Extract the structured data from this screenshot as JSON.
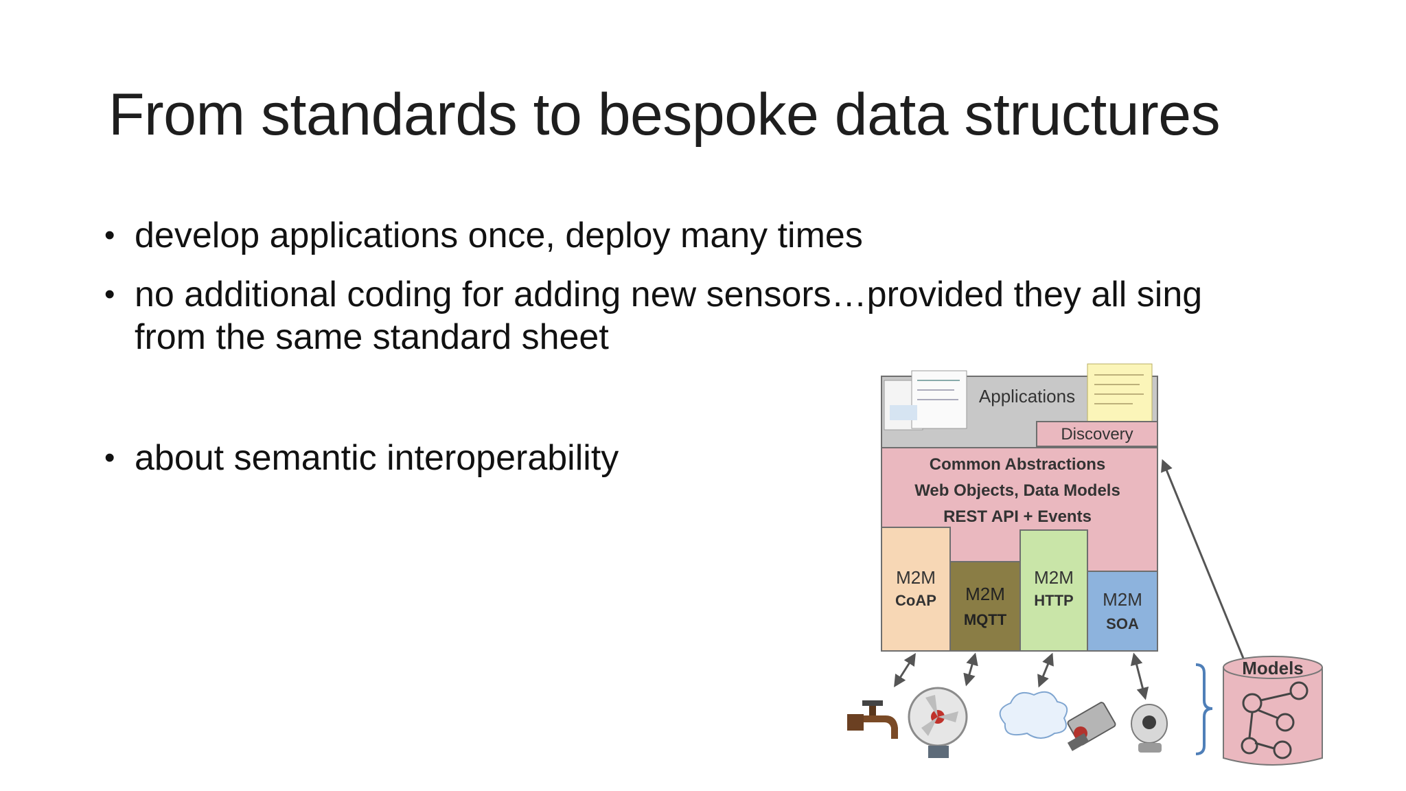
{
  "slide": {
    "title": "From standards to bespoke data structures",
    "bullets": [
      "develop applications once, deploy many times",
      "no additional coding for adding new sensors…provided they all sing from the same standard sheet",
      "about semantic interoperability"
    ]
  },
  "diagram": {
    "applications": "Applications",
    "discovery": "Discovery",
    "abstractions": [
      "Common Abstractions",
      "Web Objects, Data Models",
      "REST API + Events"
    ],
    "protocols": [
      {
        "top": "M2M",
        "bottom": "CoAP",
        "color": "#f7d7b5"
      },
      {
        "top": "M2M",
        "bottom": "MQTT",
        "color": "#8a7d45"
      },
      {
        "top": "M2M",
        "bottom": "HTTP",
        "color": "#c9e5a8"
      },
      {
        "top": "M2M",
        "bottom": "SOA",
        "color": "#8db3dd"
      }
    ],
    "models": "Models",
    "colors": {
      "applications_bg": "#c8c8c8",
      "abstraction_bg": "#eab8bf",
      "models_bg": "#eab8bf",
      "border": "#6e6e6e"
    },
    "devices": [
      "faucet-icon",
      "fan-icon",
      "cloud-icon",
      "camera-icon",
      "webcam-icon"
    ]
  }
}
